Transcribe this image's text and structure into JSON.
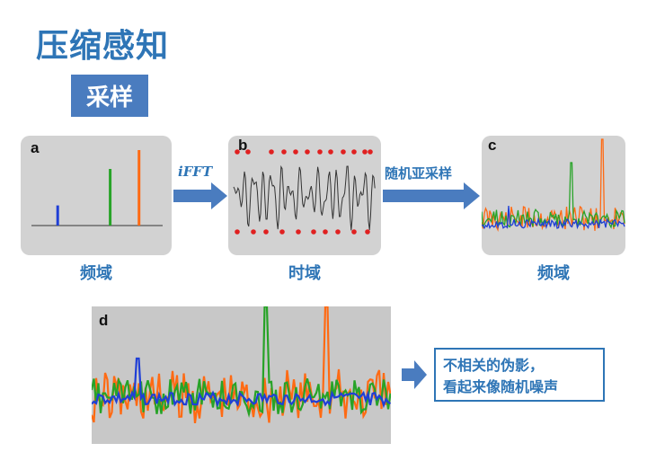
{
  "title": "压缩感知",
  "subtitle": "采样",
  "panels": {
    "a": {
      "label": "a",
      "caption": "频域"
    },
    "b": {
      "label": "b",
      "caption": "时域"
    },
    "c": {
      "label": "c",
      "caption": "频域"
    },
    "d": {
      "label": "d"
    }
  },
  "arrows": {
    "ab": {
      "label": "iFFT"
    },
    "bc": {
      "label": "随机亚采样"
    }
  },
  "note": {
    "line1": "不相关的伪影，",
    "line2": "看起来像随机噪声"
  },
  "colors": {
    "accent": "#2e75b6",
    "spike_blue": "#1f3fd6",
    "spike_green": "#27a327",
    "spike_orange": "#ff6a13",
    "sample_dot": "#e02020",
    "panel_bg": "#d2d2d2"
  },
  "chart_data": {
    "type": "bar",
    "spikes": [
      {
        "position": 0.2,
        "height": 0.32,
        "color": "blue"
      },
      {
        "position": 0.6,
        "height": 0.9,
        "color": "green"
      },
      {
        "position": 0.82,
        "height": 1.2,
        "color": "orange"
      }
    ]
  }
}
